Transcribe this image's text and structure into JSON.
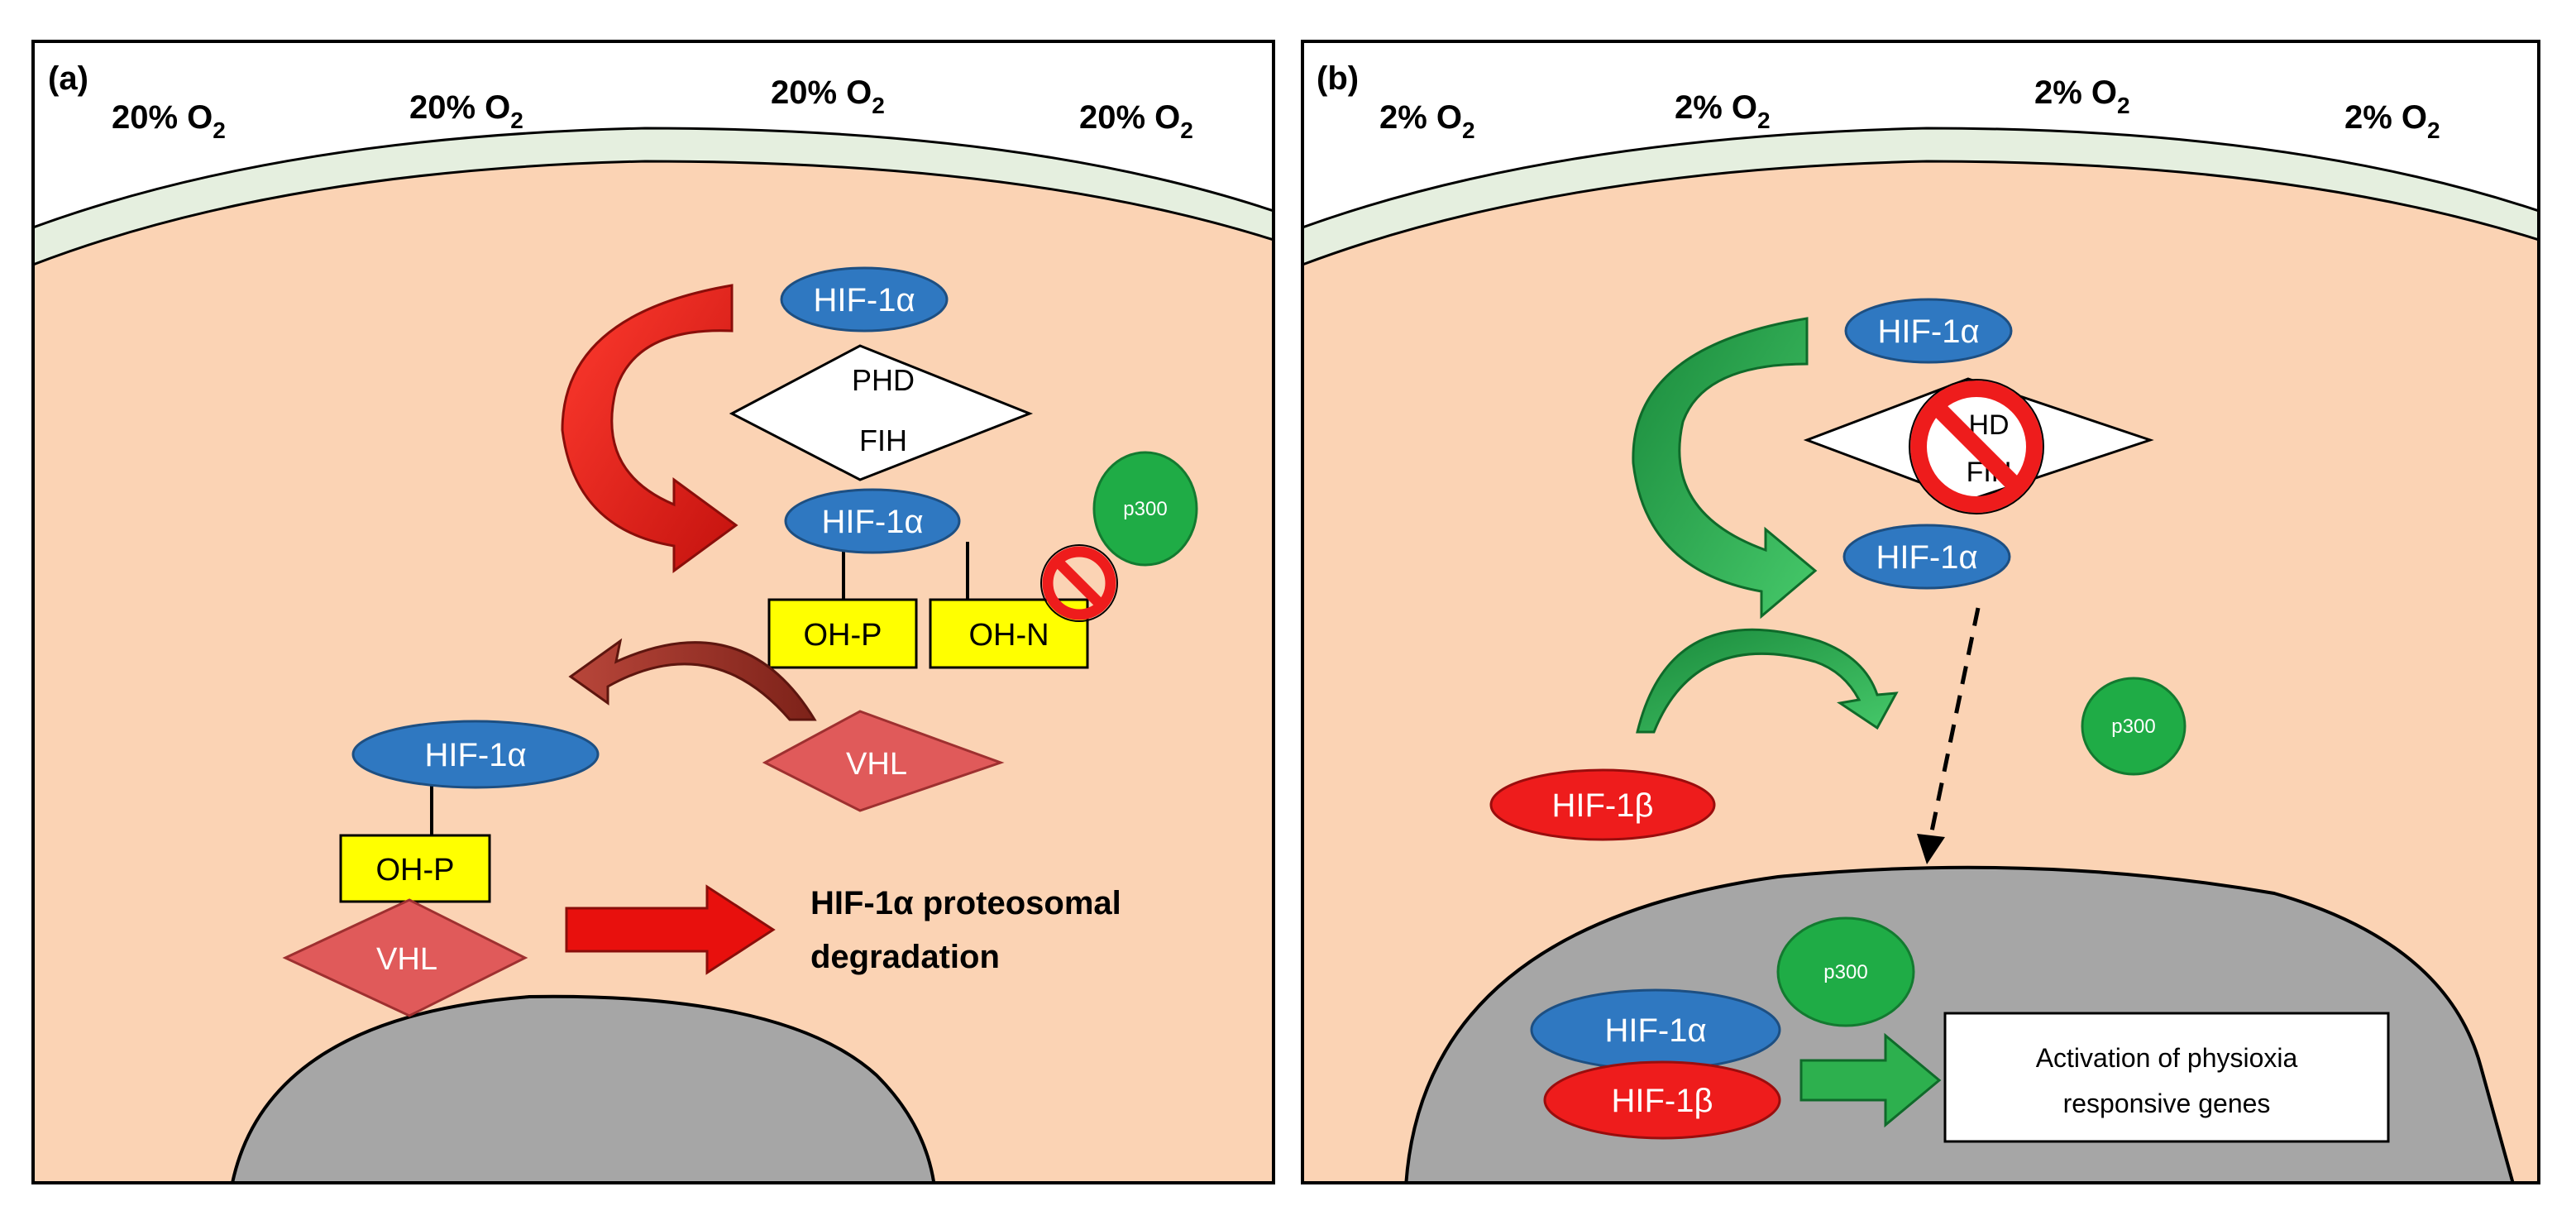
{
  "panel_a": {
    "label": "(a)",
    "o2": [
      {
        "value": "20% O",
        "sub": "2"
      },
      {
        "value": "20% O",
        "sub": "2"
      },
      {
        "value": "20% O",
        "sub": "2"
      },
      {
        "value": "20% O",
        "sub": "2"
      }
    ],
    "hif1a_top": "HIF-1α",
    "phd": "PHD",
    "fih": "FIH",
    "hif1a_mid": "HIF-1α",
    "p300": "p300",
    "oh_p": "OH-P",
    "oh_n": "OH-N",
    "vhl_right": "VHL",
    "hif1a_lower": "HIF-1α",
    "oh_p_lower": "OH-P",
    "vhl_lower": "VHL",
    "degradation_line1": "HIF-1α proteosomal",
    "degradation_line2": "degradation"
  },
  "panel_b": {
    "label": "(b)",
    "o2": [
      {
        "value": "2% O",
        "sub": "2"
      },
      {
        "value": "2% O",
        "sub": "2"
      },
      {
        "value": "2% O",
        "sub": "2"
      },
      {
        "value": "2% O",
        "sub": "2"
      }
    ],
    "hif1a_top": "HIF-1α",
    "phd_partial": "HD",
    "fih_partial": "FIH",
    "hif1a_mid": "HIF-1α",
    "p300_cyto": "p300",
    "hif1b_cyto": "HIF-1β",
    "p300_nucleus": "p300",
    "hif1a_nucleus": "HIF-1α",
    "hif1b_nucleus": "HIF-1β",
    "activation_line1": "Activation of physioxia",
    "activation_line2": "responsive genes"
  },
  "colors": {
    "cytoplasm": "#fbd3b4",
    "membrane": "#e5efdf",
    "nucleus": "#a6a6a6",
    "hif1a_blue": "#2f78c1",
    "hif1b_red": "#ee1c1c",
    "p300_green": "#1fac46",
    "oh_yellow": "#ffff00",
    "vhl_red": "#e05a5a",
    "arrow_red": "#e8100d",
    "arrow_darkred": "#a83228",
    "arrow_green": "#2db04e",
    "no_sign": "#ee1c1c"
  }
}
